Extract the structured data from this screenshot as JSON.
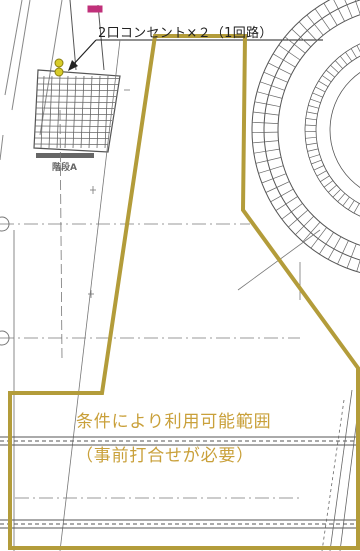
{
  "annotations": {
    "outlet": "2口コンセント×２（1回路）",
    "stair": "階段A"
  },
  "area_note": {
    "line1": "条件により利用可能範囲",
    "line2": "（事前打合せが必要）"
  },
  "colors": {
    "boundary": "#b39c3a",
    "note_text": "#c9a03a",
    "drawing_lines": "#666666",
    "outlet_marker": "#d8cc2a",
    "marker_magenta": "#c0307a"
  }
}
